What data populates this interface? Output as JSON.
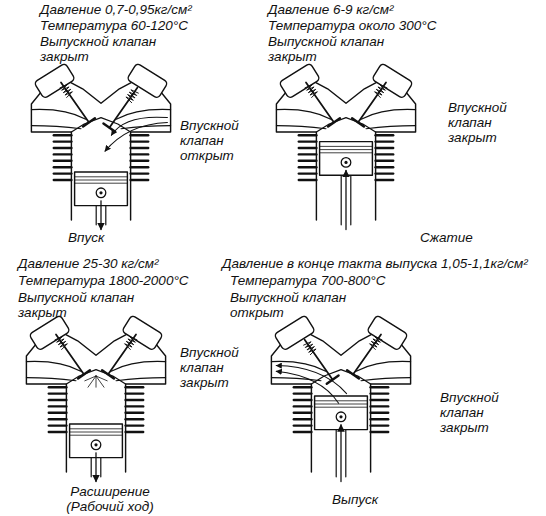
{
  "diagram": {
    "labels": [
      "Давление 0,7-0,95кг/см²",
      "Температура 60-120°С",
      "Выпускной клапан закрыт",
      "Впускной клапан открыт",
      "Впуск",
      "Давление 6-9 кг/см²",
      "Температура около 300°С",
      "Выпускной клапан закрыт",
      "Впускной клапан закрыт",
      "Сжатие",
      "Давление 25-30 кг/см²",
      "Температура 1800-2000°С",
      "Выпускной клапан закрыт",
      "Впускной клапан закрыт",
      "Расширение (Рабочий ход)",
      "Давление в конце такта выпуска 1,05-1,1кг/см²",
      "Температура 700-800°С",
      "Выпускной клапан открыт",
      "Впускной клапан закрыт",
      "Выпуск"
    ]
  }
}
